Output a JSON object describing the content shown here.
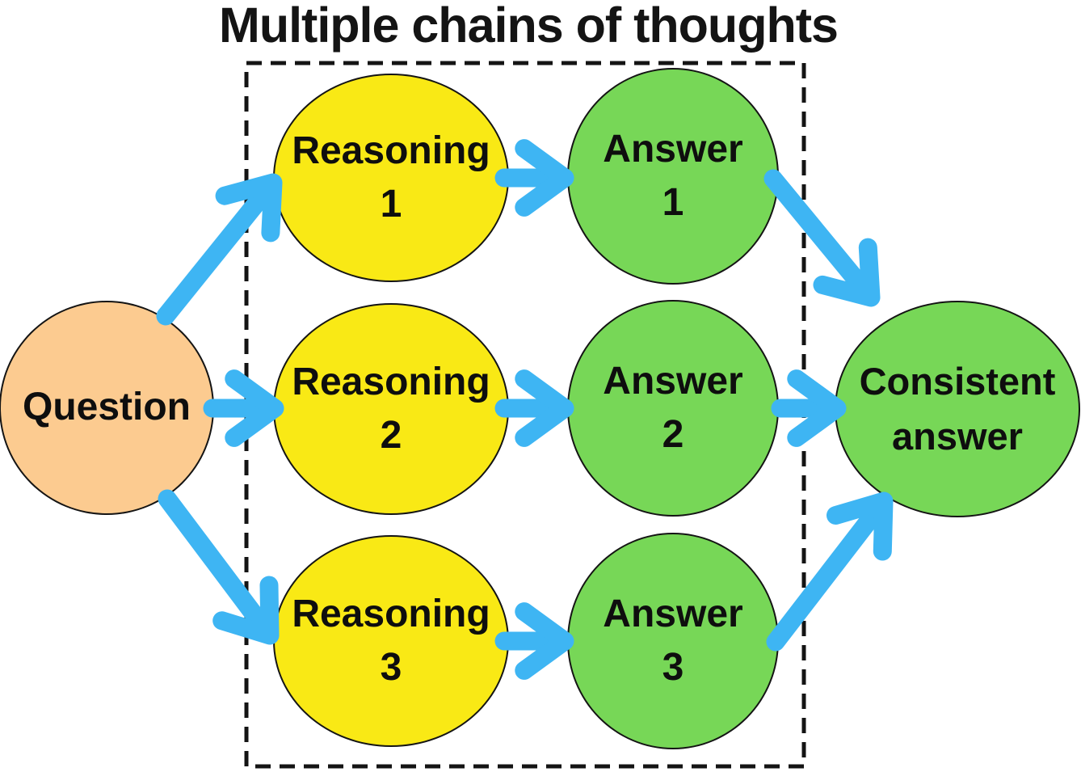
{
  "title": "Multiple chains of thoughts",
  "colors": {
    "question_fill": "#FCCB90",
    "reasoning_fill": "#F9E915",
    "answer_fill": "#77D757",
    "arrow_blue": "#3EB5F3",
    "outline": "#141414"
  },
  "nodes": {
    "question": {
      "lines": [
        "Question"
      ]
    },
    "reasoning1": {
      "lines": [
        "Reasoning",
        "1"
      ]
    },
    "reasoning2": {
      "lines": [
        "Reasoning",
        "2"
      ]
    },
    "reasoning3": {
      "lines": [
        "Reasoning",
        "3"
      ]
    },
    "answer1": {
      "lines": [
        "Answer",
        "1"
      ]
    },
    "answer2": {
      "lines": [
        "Answer",
        "2"
      ]
    },
    "answer3": {
      "lines": [
        "Answer",
        "3"
      ]
    },
    "consistent": {
      "lines": [
        "Consistent",
        "answer"
      ]
    }
  }
}
